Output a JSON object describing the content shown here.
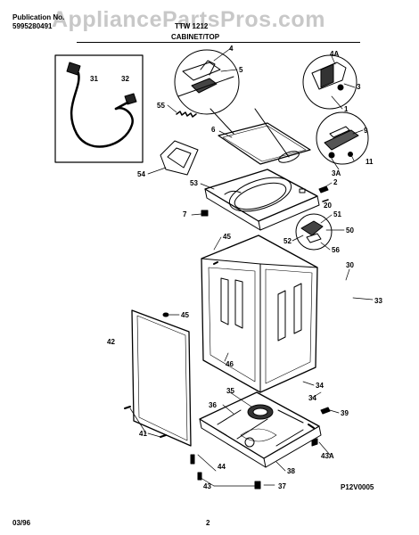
{
  "header": {
    "publication_label": "Publication No.",
    "publication_number": "5995280491",
    "model": "TTW 1212",
    "section_title": "CABINET/TOP"
  },
  "watermark": "AppliancePartsPros.com",
  "callouts": [
    {
      "id": "c4",
      "text": "4"
    },
    {
      "id": "c4a",
      "text": "4A"
    },
    {
      "id": "c31",
      "text": "31"
    },
    {
      "id": "c32",
      "text": "32"
    },
    {
      "id": "c5",
      "text": "5"
    },
    {
      "id": "c3",
      "text": "3"
    },
    {
      "id": "c55",
      "text": "55"
    },
    {
      "id": "c1",
      "text": "1"
    },
    {
      "id": "c6",
      "text": "6"
    },
    {
      "id": "c9",
      "text": "9"
    },
    {
      "id": "c54",
      "text": "54"
    },
    {
      "id": "c3a",
      "text": "3A"
    },
    {
      "id": "c11",
      "text": "11"
    },
    {
      "id": "c53",
      "text": "53"
    },
    {
      "id": "c2",
      "text": "2"
    },
    {
      "id": "c20",
      "text": "20"
    },
    {
      "id": "c7",
      "text": "7"
    },
    {
      "id": "c51",
      "text": "51"
    },
    {
      "id": "c50",
      "text": "50"
    },
    {
      "id": "c52",
      "text": "52"
    },
    {
      "id": "c45a",
      "text": "45"
    },
    {
      "id": "c56",
      "text": "56"
    },
    {
      "id": "c30",
      "text": "30"
    },
    {
      "id": "c33",
      "text": "33"
    },
    {
      "id": "c45b",
      "text": "45"
    },
    {
      "id": "c42",
      "text": "42"
    },
    {
      "id": "c46",
      "text": "46"
    },
    {
      "id": "c34a",
      "text": "34"
    },
    {
      "id": "c35",
      "text": "35"
    },
    {
      "id": "c34b",
      "text": "34"
    },
    {
      "id": "c36",
      "text": "36"
    },
    {
      "id": "c39",
      "text": "39"
    },
    {
      "id": "c41",
      "text": "41"
    },
    {
      "id": "c43a",
      "text": "43A"
    },
    {
      "id": "c44",
      "text": "44"
    },
    {
      "id": "c38",
      "text": "38"
    },
    {
      "id": "c43",
      "text": "43"
    },
    {
      "id": "c37",
      "text": "37"
    }
  ],
  "diagram_code": "P12V0005",
  "footer": {
    "date": "03/96",
    "page": "2"
  }
}
